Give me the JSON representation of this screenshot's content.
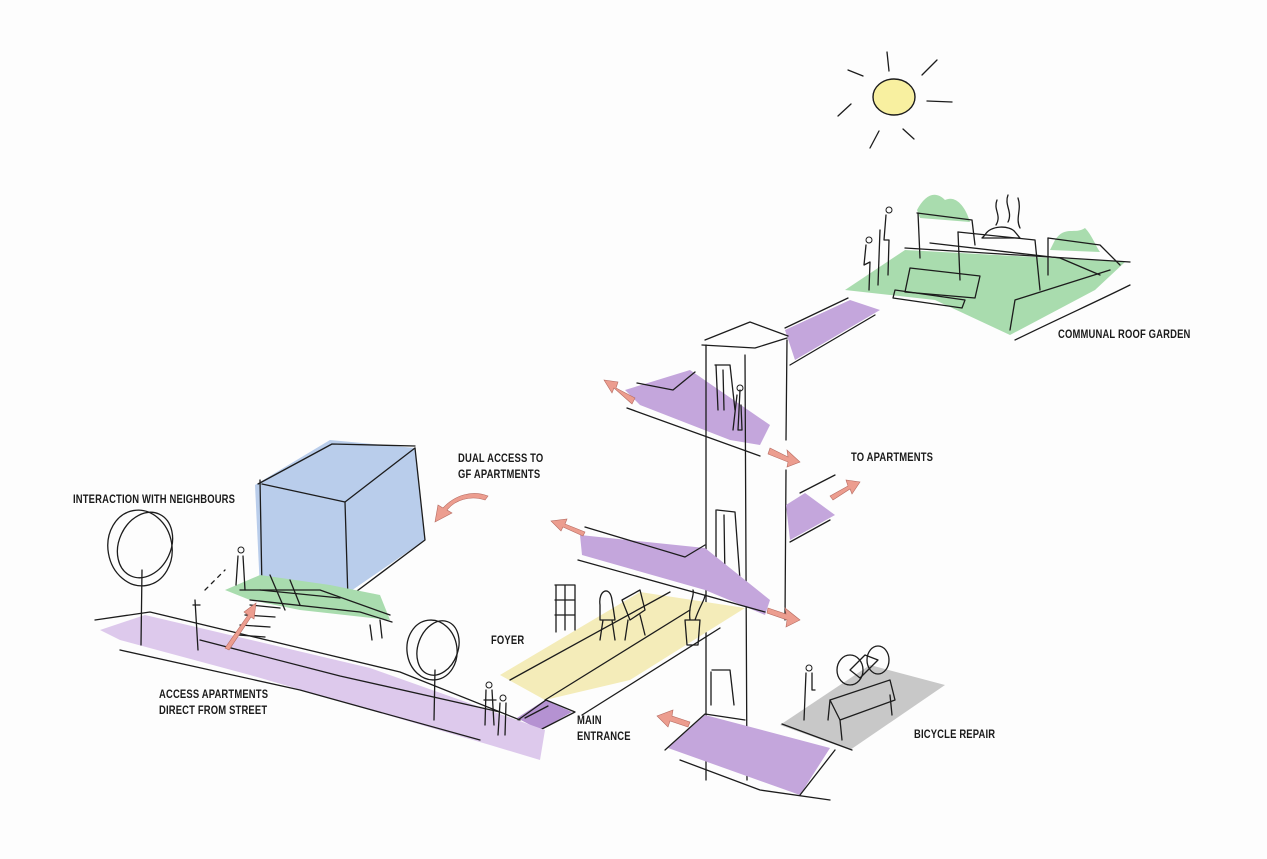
{
  "diagram": {
    "title": "Building access and communal spaces sketch",
    "labels": {
      "roof_garden": "COMMUNAL ROOF GARDEN",
      "dual_access_line1": "DUAL ACCESS TO",
      "dual_access_line2": "GF APARTMENTS",
      "interaction": "INTERACTION WITH NEIGHBOURS",
      "to_apartments": "TO APARTMENTS",
      "foyer": "FOYER",
      "access_line1": "ACCESS APARTMENTS",
      "access_line2": "DIRECT FROM STREET",
      "main_entrance_line1": "MAIN",
      "main_entrance_line2": "ENTRANCE",
      "bicycle_repair": "BICYCLE REPAIR"
    },
    "colors": {
      "circulation_purple": "#c4a6dc",
      "street_purple": "#ddc9ec",
      "garden_green": "#a9dcae",
      "apartment_blue": "#b9cdeb",
      "foyer_yellow": "#f4ecb9",
      "bike_grey": "#c8c8c8",
      "arrow_pink": "#ec9d8f",
      "sun_yellow": "#f8f0a0",
      "ink": "#1c1c1c"
    }
  }
}
